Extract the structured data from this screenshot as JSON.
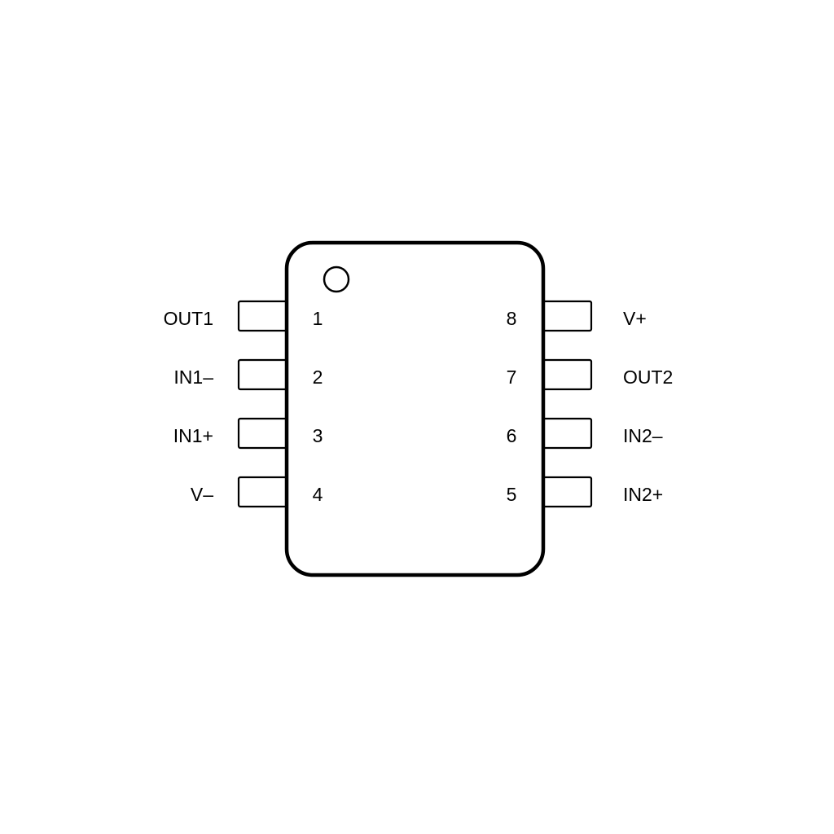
{
  "left_pins": [
    {
      "number": "1",
      "label": "OUT1"
    },
    {
      "number": "2",
      "label": "IN1–"
    },
    {
      "number": "3",
      "label": "IN1+"
    },
    {
      "number": "4",
      "label": "V–"
    }
  ],
  "right_pins": [
    {
      "number": "8",
      "label": "V+"
    },
    {
      "number": "7",
      "label": "OUT2"
    },
    {
      "number": "6",
      "label": "IN2–"
    },
    {
      "number": "5",
      "label": "IN2+"
    }
  ]
}
